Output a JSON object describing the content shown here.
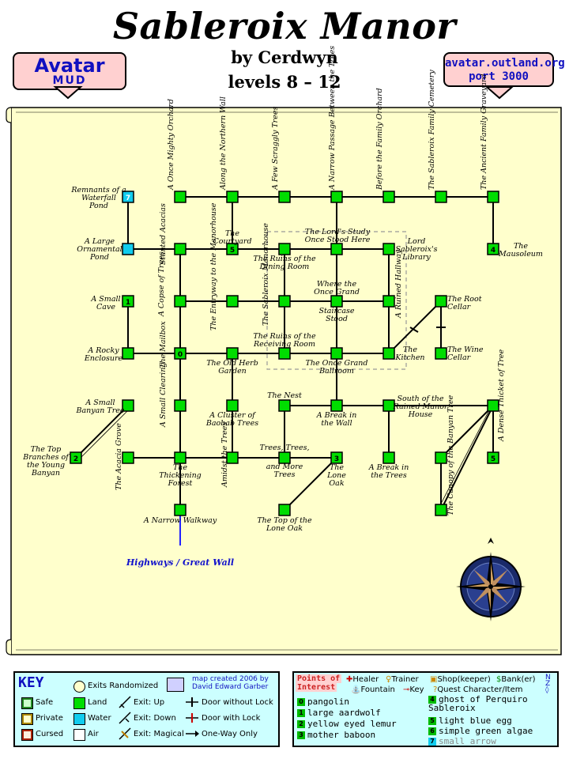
{
  "header": {
    "title": "Sableroix Manor",
    "author": "by Cerdwyn",
    "levels": "levels 8 – 12",
    "logo_line1": "Avatar",
    "logo_line2": "MUD",
    "server_line1": "avatar.outland.org",
    "server_line2": "port 3000"
  },
  "colors": {
    "room": "#00dd00",
    "water": "#11ccee",
    "parchment": "#ffffcc",
    "banner": "#ffd0d0",
    "key_bg": "#ccffff"
  },
  "rooms": {
    "waterfall_pond": "Remnants of a Waterfall Pond",
    "ornamental_pond": "A Large Ornamental Pond",
    "small_cave": "A Small Cave",
    "rocky_enclosure": "A Rocky Enclosure",
    "small_banyan": "A Small Banyan Tree",
    "top_branches": "The Top Branches of the Young Banyan",
    "once_mighty_orchard": "A Once Mighty Orchard",
    "northern_wall": "Along the Northern Wall",
    "few_scraggly": "A Few Scraggly Trees",
    "narrow_passage": "A Narrow Passage Between the Trees",
    "family_orchard": "Before the Family Orchard",
    "family_cemetery": "The Sableroix Family Cemetery",
    "ancient_graveyard": "The Ancient Family Graveyard",
    "mausoleum": "The Mausoleum",
    "stunted_acacias": "Stunted Acacias",
    "courtyard": "The Courtyard",
    "lords_study": "The Lord's Study Once Stood Here",
    "dining_room": "The Ruins of the Dining Room",
    "library": "Lord Sableroix's Library",
    "copse": "A Copse of Trees",
    "entryway": "The Entryway to the Manorhouse",
    "sableroix_manorhouse": "The Sableroix Manorhouse",
    "once_grand": "Where the Once Grand",
    "staircase": "Staircase Stood",
    "ruined_hallway": "A Ruined Hallway",
    "root_cellar": "The Root Cellar",
    "wine_cellar": "The Wine Cellar",
    "mailbox": "The Mailbox",
    "herb_garden": "The Old Herb Garden",
    "receiving_room": "The Ruins of the Receiving Room",
    "grand_ballroom": "The Once Grand Ballroom",
    "kitchen": "The Kitchen",
    "small_clearing": "A Small Clearing",
    "cluster_baobab": "A Cluster of Baobab Trees",
    "the_nest": "The Nest",
    "break_wall": "A Break in the Wall",
    "south_manor": "South of the Ruined Manor House",
    "dense_thicket": "A Dense Thicket of Tree",
    "acacia_grove": "The Acacia Grove",
    "thickening_forest": "The Thickening Forest",
    "amidst_trees": "Amidst the Trees",
    "trees_trees": "Trees, Trees,",
    "and_more": "and More Trees",
    "lone_oak": "The Lone Oak",
    "break_trees": "A Break in the Trees",
    "canopy": "The Canopy of the Banyan Tree",
    "narrow_walkway": "A Narrow Walkway",
    "top_lone_oak": "The Top of the Lone Oak",
    "highways": "Highways / Great Wall"
  },
  "markers": [
    "7",
    "1",
    "0",
    "2",
    "5",
    "3",
    "4",
    "5"
  ],
  "key": {
    "title": "KEY",
    "exits_randomized": "Exits Randomized",
    "credit1": "map created 2006 by",
    "credit2": "David Edward Garber",
    "safe": "Safe",
    "private": "Private",
    "cursed": "Cursed",
    "land": "Land",
    "water": "Water",
    "air": "Air",
    "exit_up": "Exit: Up",
    "exit_down": "Exit: Down",
    "exit_magical": "Exit: Magical",
    "door_nolock": "Door without Lock",
    "door_lock": "Door with Lock",
    "oneway": "One-Way Only"
  },
  "poi": {
    "title1": "Points of",
    "title2": "Interest",
    "healer": "Healer",
    "trainer": "Trainer",
    "shop": "Shop(keeper)",
    "bank": "Bank(er)",
    "fountain": "Fountain",
    "keyitem": "Key",
    "quest": "Quest Character/Item",
    "mobs": [
      {
        "n": "0",
        "name": "pangolin"
      },
      {
        "n": "1",
        "name": "large aardwolf"
      },
      {
        "n": "2",
        "name": "yellow eyed lemur"
      },
      {
        "n": "3",
        "name": "mother baboon"
      },
      {
        "n": "4",
        "name": "ghost of Perquiro Sableroix"
      },
      {
        "n": "5",
        "name": "light blue egg"
      },
      {
        "n": "6",
        "name": "simple green algae"
      },
      {
        "n": "7",
        "name": "small arrow"
      }
    ]
  }
}
